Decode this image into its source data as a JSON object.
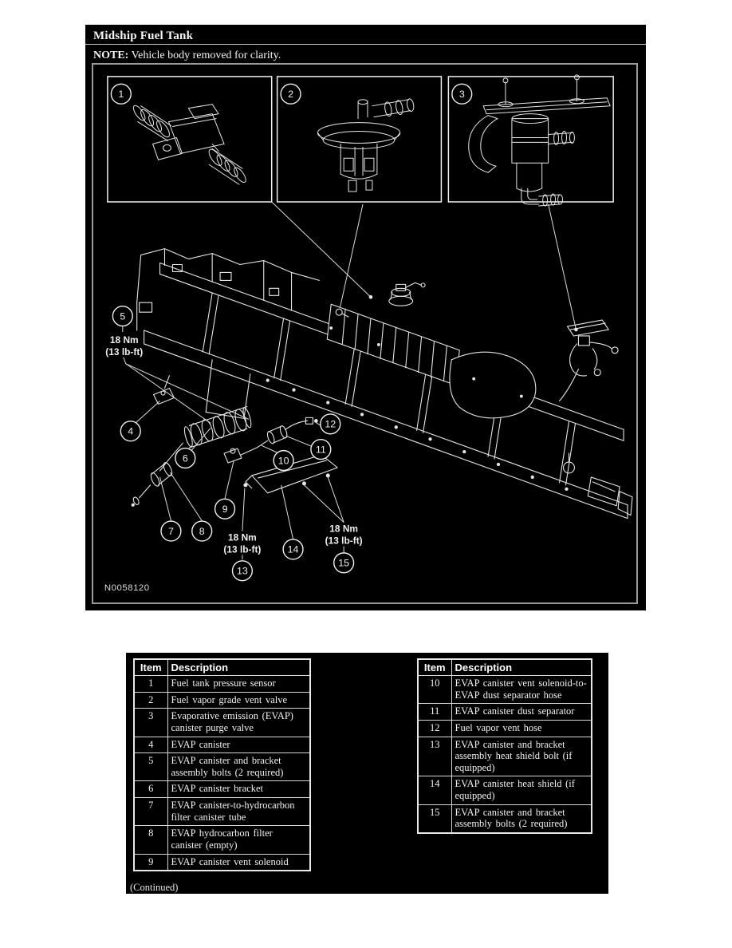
{
  "page": {
    "title": "Midship Fuel Tank",
    "note_label": "NOTE:",
    "note_text": " Vehicle body removed for clarity.",
    "figure_id": "N0058120"
  },
  "colors": {
    "page_background": "#ffffff",
    "panel_background": "#000000",
    "ink": "#f2f2f2",
    "line_art": "#e6e6e6"
  },
  "diagram": {
    "torque": {
      "line1": "18 Nm",
      "line2": "(13 lb-ft)"
    },
    "callouts": [
      "1",
      "2",
      "3",
      "4",
      "5",
      "6",
      "7",
      "8",
      "9",
      "10",
      "11",
      "12",
      "13",
      "14",
      "15"
    ]
  },
  "tables": [
    {
      "columns": [
        "Item",
        "Description"
      ],
      "rows": [
        [
          "1",
          "Fuel tank pressure sensor"
        ],
        [
          "2",
          "Fuel vapor grade vent valve"
        ],
        [
          "3",
          "Evaporative emission (EVAP) canister purge valve"
        ],
        [
          "4",
          "EVAP canister"
        ],
        [
          "5",
          "EVAP canister and bracket assembly bolts (2 required)"
        ],
        [
          "6",
          "EVAP canister bracket"
        ],
        [
          "7",
          "EVAP canister-to-hydrocarbon filter canister tube"
        ],
        [
          "8",
          "EVAP hydrocarbon filter canister (empty)"
        ],
        [
          "9",
          "EVAP canister vent solenoid"
        ]
      ],
      "footer": "(Continued)"
    },
    {
      "columns": [
        "Item",
        "Description"
      ],
      "rows": [
        [
          "10",
          "EVAP canister vent solenoid-to-EVAP dust separator hose"
        ],
        [
          "11",
          "EVAP canister dust separator"
        ],
        [
          "12",
          "Fuel vapor vent hose"
        ],
        [
          "13",
          "EVAP canister and bracket assembly heat shield bolt (if equipped)"
        ],
        [
          "14",
          "EVAP canister heat shield (if equipped)"
        ],
        [
          "15",
          "EVAP canister and bracket assembly bolts (2 required)"
        ]
      ]
    }
  ]
}
